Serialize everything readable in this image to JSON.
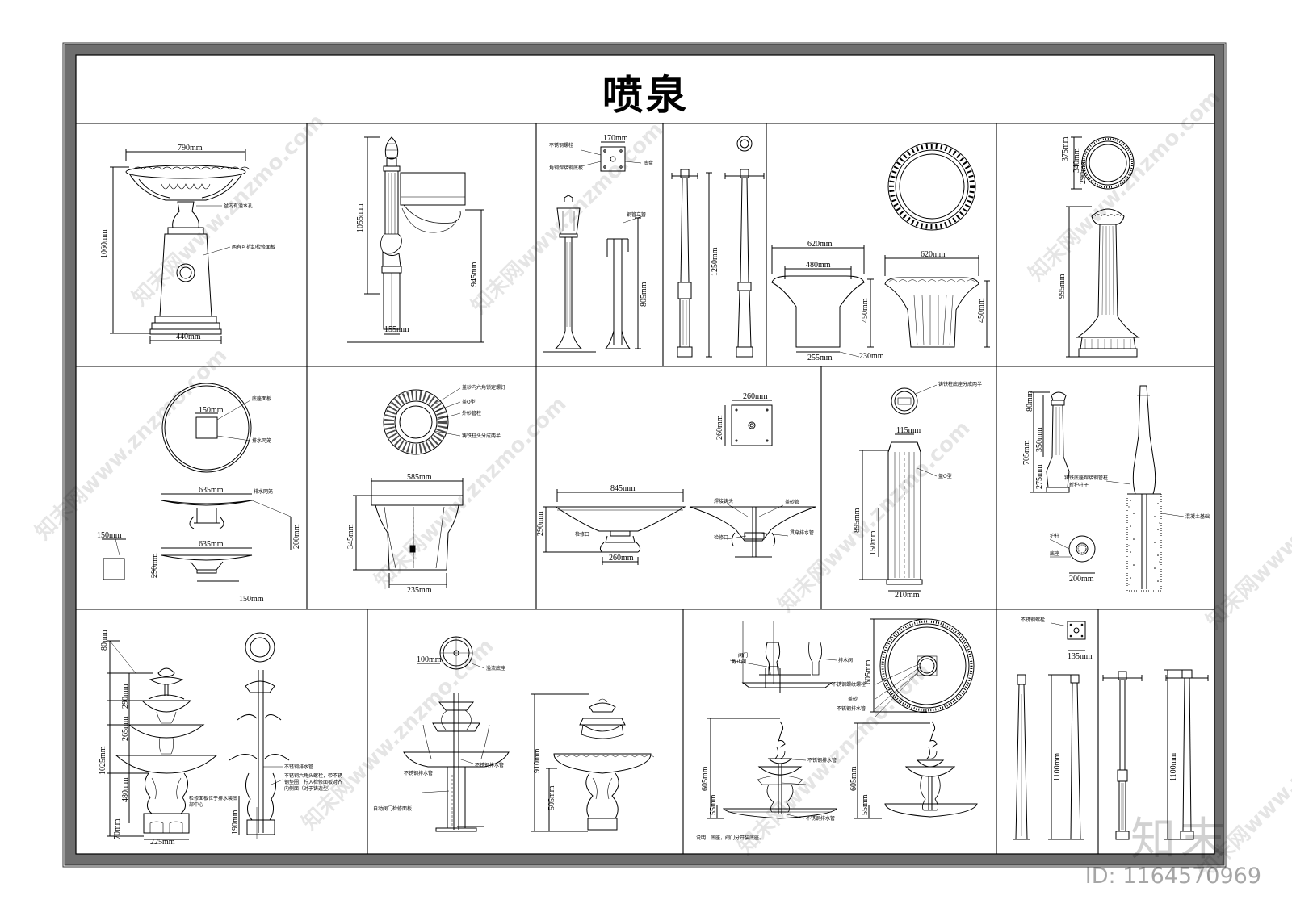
{
  "title": "喷泉",
  "brand": "知末",
  "id_label": "ID: 1164570969",
  "watermark": "知末网www.znzmo.com",
  "panels": {
    "p1": {
      "w": "790mm",
      "h": "1060mm",
      "base": "440mm",
      "n1": "盆内有溢水孔",
      "n2": "两有可拆卸检修面板"
    },
    "p2": {
      "h1": "1055mm",
      "h2": "945mm",
      "base": "155mm"
    },
    "p3": {
      "w": "170mm",
      "n1": "不锈钢螺栓",
      "n2": "角钢焊接钢底板",
      "n3": "底盘",
      "h": "805mm",
      "n4": "钢管立管"
    },
    "p4": {
      "h": "1250mm"
    },
    "p5": {
      "w1": "620mm",
      "w2": "480mm",
      "w3": "620mm",
      "h1": "450mm",
      "h2": "450mm",
      "b1": "255mm",
      "b2": "230mm"
    },
    "p6": {
      "d1": "375mm",
      "d2": "340mm",
      "d3": "290mm",
      "h": "995mm"
    },
    "p7": {
      "w": "150mm",
      "n1": "底座面板",
      "n2": "排水网笼",
      "w2": "635mm",
      "n3": "排水网笼",
      "w3": "635mm",
      "h1": "200mm",
      "h2": "290mm",
      "w4": "150mm",
      "sq": "150mm"
    },
    "p8": {
      "n1": "盖砂内六角锁定螺钉",
      "n2": "盖O型",
      "n3": "外砂管柱",
      "n4": "铸铁柱头分成两半",
      "w": "585mm",
      "h": "345mm",
      "b": "235mm"
    },
    "p9": {
      "sq": "260mm",
      "sqh": "260mm",
      "w": "845mm",
      "h": "290mm",
      "b": "260mm",
      "n1": "检修口",
      "n2": "焊接铸头",
      "n3": "盖砂管",
      "n4": "检修口",
      "n5": "贯穿排水管"
    },
    "p10": {
      "n1": "铸铁柱底座分成两半",
      "w": "115mm",
      "n2": "盖O型",
      "h": "895mm",
      "h2": "150mm",
      "b": "210mm"
    },
    "p11": {
      "h1": "80mm",
      "h2": "350mm",
      "h3": "275mm",
      "total": "705mm",
      "n1": "铸铁底座焊接钢管柱",
      "n2": "新护柱子",
      "n3": "混凝土基础",
      "n4": "护柱",
      "n5": "底座",
      "d": "200mm"
    },
    "p12": {
      "h1": "80mm",
      "h2": "290mm",
      "h3": "265mm",
      "h4": "480mm",
      "total": "1025mm",
      "h5": "70mm",
      "h6": "190mm",
      "b": "225mm",
      "n1": "不锈钢排水管",
      "n2": "不锈钢六角头螺栓，带不锈钢垫圈，拧入检修面板对齐内侧面（对于铸造型）",
      "n3": "检修面板位于排水装底部中心"
    },
    "p13": {
      "d": "100mm",
      "n1": "溢流底座",
      "h1": "910mm",
      "h2": "505mm",
      "n2": "不锈钢排水管",
      "n3": "不锈钢排水管",
      "n4": "自动阀门检修面板"
    },
    "p14": {
      "n1": "阀门",
      "n2": "截止阀",
      "n3": "排水阀",
      "d": "605mm",
      "n4": "不锈钢螺纹螺栓",
      "n5": "盖砂",
      "n6": "不锈钢排水管",
      "h1": "605mm",
      "h2": "55mm",
      "h3": "605mm",
      "h4": "55mm",
      "n7": "不锈钢排水管",
      "n8": "不锈钢排水管",
      "note": "说明：底座，阀门分开装底座。"
    },
    "p15": {
      "n1": "不锈钢螺栓",
      "w": "135mm",
      "h1": "1100mm",
      "h2": "1100mm"
    }
  },
  "colors": {
    "line": "#000000",
    "frame": "#4a4a4a",
    "frame_fill": "#6e6e6e"
  }
}
